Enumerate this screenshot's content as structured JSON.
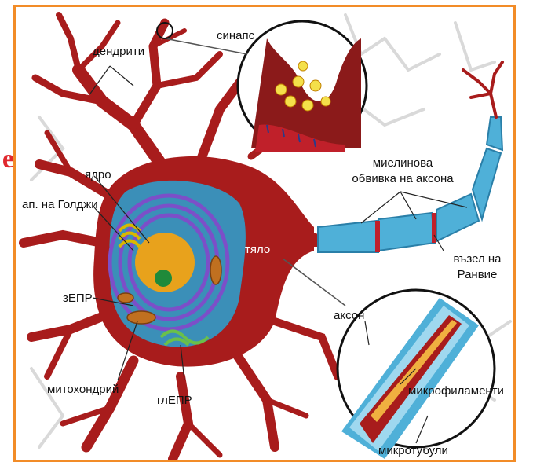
{
  "labels": {
    "dendrites": "дендрити",
    "synapse": "синапс",
    "nucleus": "ядро",
    "golgi": "ап. на Голджи",
    "rough_er": "зЕПР",
    "mitochondrion": "митохондрий",
    "smooth_er": "глЕПР",
    "body": "тяло",
    "myelin": [
      "миелинова",
      "обвивка на аксона"
    ],
    "ranvier": [
      "възел на",
      "Ранвие"
    ],
    "axon": "аксон",
    "microfilaments": "микрофиламенти",
    "microtubules": "микротубули"
  },
  "edge_fragment": "е",
  "colors": {
    "frame": "#f28c28",
    "neuron": "#a81c1c",
    "cell_interior": "#3b8fb8",
    "nucleus": "#e8a21c",
    "golgi_er": "#7c4fc8",
    "myelin": "#4fb0d8",
    "synapse_fill": "#8b1a1a",
    "vesicle": "#f4e04a"
  }
}
